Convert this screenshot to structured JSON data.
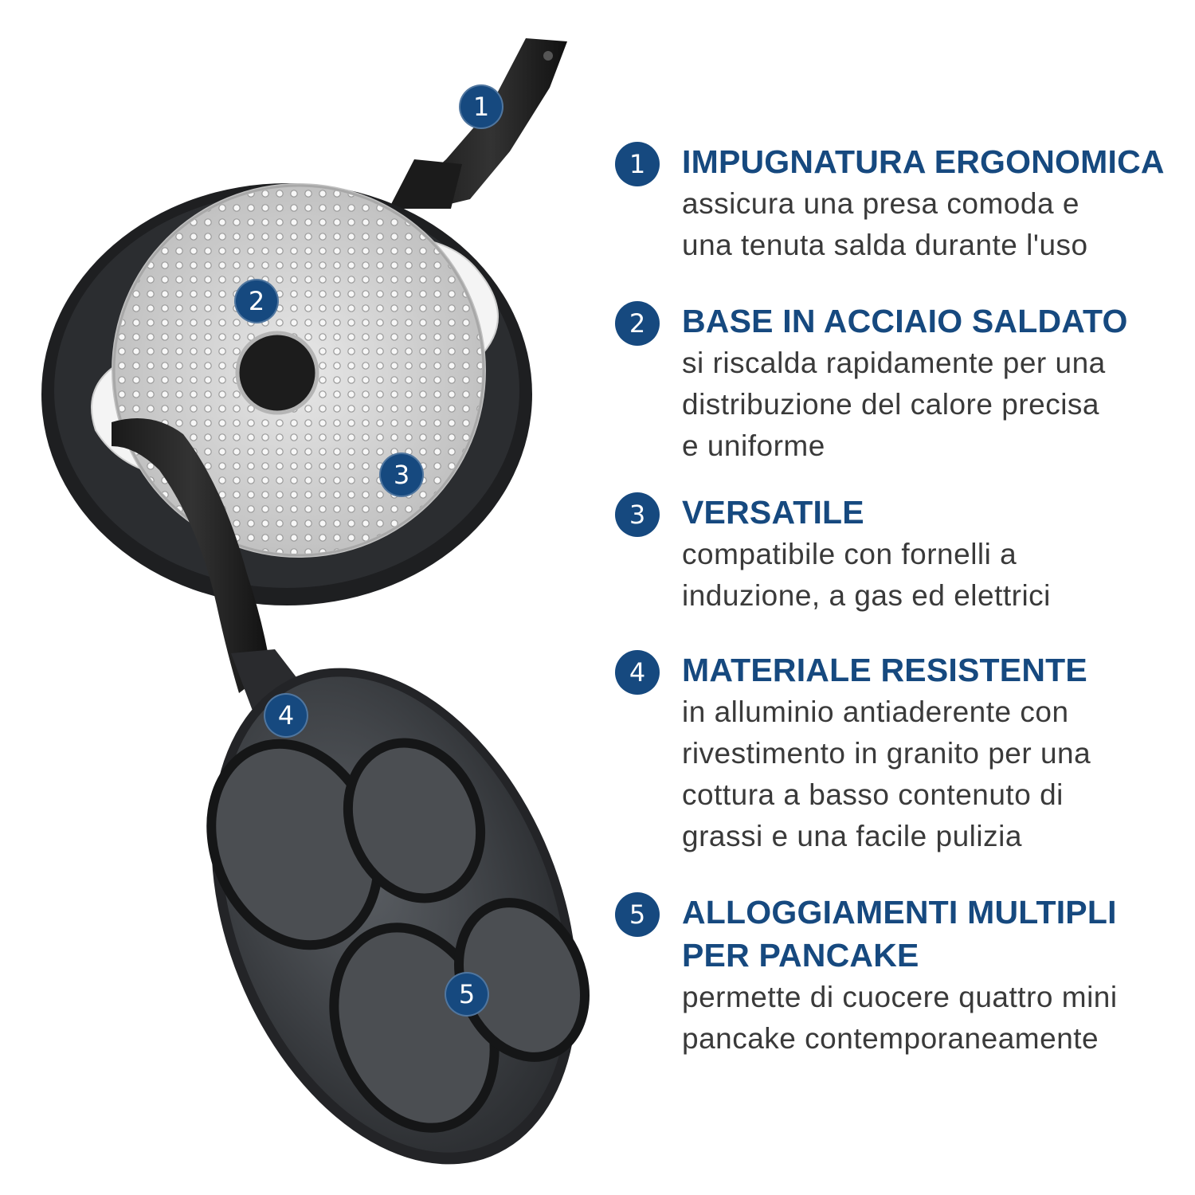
{
  "brand_color": "#16497f",
  "markers": [
    "1",
    "2",
    "3",
    "4",
    "5"
  ],
  "features": [
    {
      "num": "1",
      "title": "IMPUGNATURA ERGONOMICA",
      "desc_lines": [
        "assicura una presa comoda e",
        "una tenuta salda durante l'uso"
      ]
    },
    {
      "num": "2",
      "title": "BASE IN ACCIAIO SALDATO",
      "desc_lines": [
        "si riscalda rapidamente per una",
        "distribuzione del calore precisa",
        "e uniforme"
      ]
    },
    {
      "num": "3",
      "title": "VERSATILE",
      "desc_lines": [
        "compatibile con fornelli a",
        "induzione, a gas ed elettrici"
      ]
    },
    {
      "num": "4",
      "title": "MATERIALE RESISTENTE",
      "desc_lines": [
        "in alluminio antiaderente con",
        "rivestimento in granito per una",
        "cottura a basso contenuto di",
        "grassi e una facile pulizia"
      ]
    },
    {
      "num": "5",
      "title_lines": [
        "ALLOGGIAMENTI MULTIPLI",
        "PER PANCAKE"
      ],
      "desc_lines": [
        "permette di cuocere quattro mini",
        "pancake contemporaneamente"
      ]
    }
  ]
}
